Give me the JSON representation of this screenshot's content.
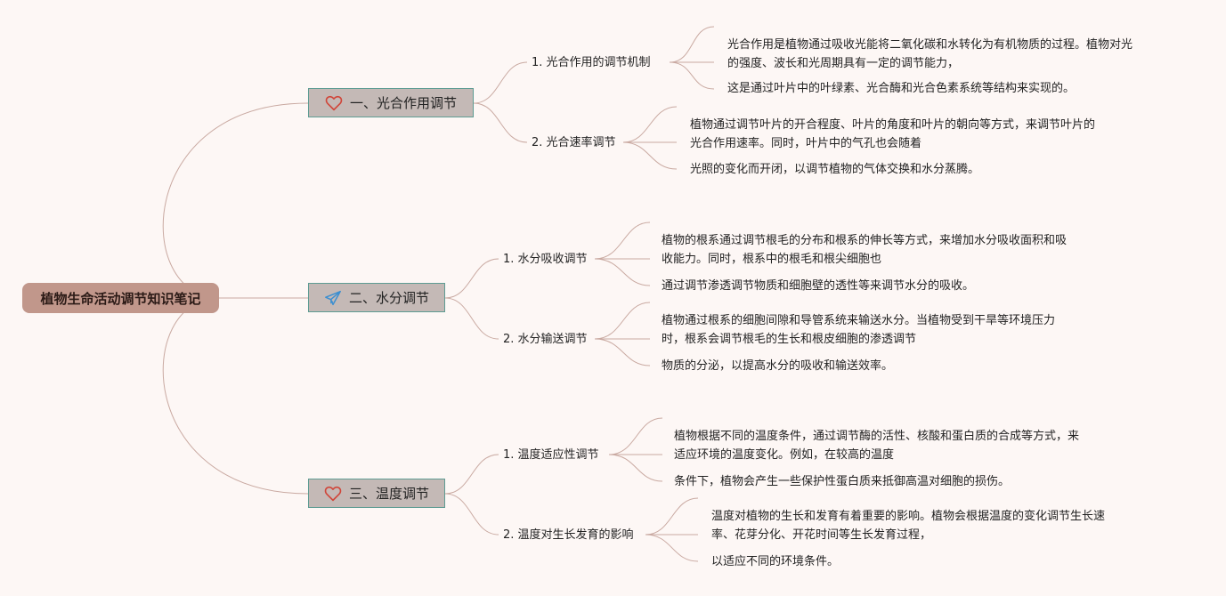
{
  "root": {
    "label": "植物生命活动调节知识笔记"
  },
  "branches": [
    {
      "label": "一、光合作用调节",
      "icon": "heart-icon",
      "subs": [
        {
          "label": "1. 光合作用的调节机制",
          "leaves": [
            "光合作用是植物通过吸收光能将二氧化碳和水转化为有机物质的过程。植物对光",
            "的强度、波长和光周期具有一定的调节能力，",
            "这是通过叶片中的叶绿素、光合酶和光合色素系统等结构来实现的。"
          ]
        },
        {
          "label": "2. 光合速率调节",
          "leaves": [
            "植物通过调节叶片的开合程度、叶片的角度和叶片的朝向等方式，来调节叶片的",
            "光合作用速率。同时，叶片中的气孔也会随着",
            "光照的变化而开闭，以调节植物的气体交换和水分蒸腾。"
          ]
        }
      ]
    },
    {
      "label": "二、水分调节",
      "icon": "paper-plane-icon",
      "subs": [
        {
          "label": "1. 水分吸收调节",
          "leaves": [
            "植物的根系通过调节根毛的分布和根系的伸长等方式，来增加水分吸收面积和吸",
            "收能力。同时，根系中的根毛和根尖细胞也",
            "通过调节渗透调节物质和细胞壁的透性等来调节水分的吸收。"
          ]
        },
        {
          "label": "2. 水分输送调节",
          "leaves": [
            "植物通过根系的细胞间隙和导管系统来输送水分。当植物受到干旱等环境压力",
            "时，根系会调节根毛的生长和根皮细胞的渗透调节",
            "物质的分泌，以提高水分的吸收和输送效率。"
          ]
        }
      ]
    },
    {
      "label": "三、温度调节",
      "icon": "heart-icon",
      "subs": [
        {
          "label": "1. 温度适应性调节",
          "leaves": [
            "植物根据不同的温度条件，通过调节酶的活性、核酸和蛋白质的合成等方式，来",
            "适应环境的温度变化。例如，在较高的温度",
            "条件下，植物会产生一些保护性蛋白质来抵御高温对细胞的损伤。"
          ]
        },
        {
          "label": "2. 温度对生长发育的影响",
          "leaves": [
            "温度对植物的生长和发育有着重要的影响。植物会根据温度的变化调节生长速",
            "率、花芽分化、开花时间等生长发育过程，",
            "以适应不同的环境条件。"
          ]
        }
      ]
    }
  ],
  "colors": {
    "background": "#fdf7f5",
    "root_fill": "#c1978b",
    "branch_fill": "#c4b9b6",
    "branch_border": "#5e9c93",
    "link": "#c9a9a1",
    "heart": "#d0463a",
    "plane": "#3b8fd1"
  }
}
